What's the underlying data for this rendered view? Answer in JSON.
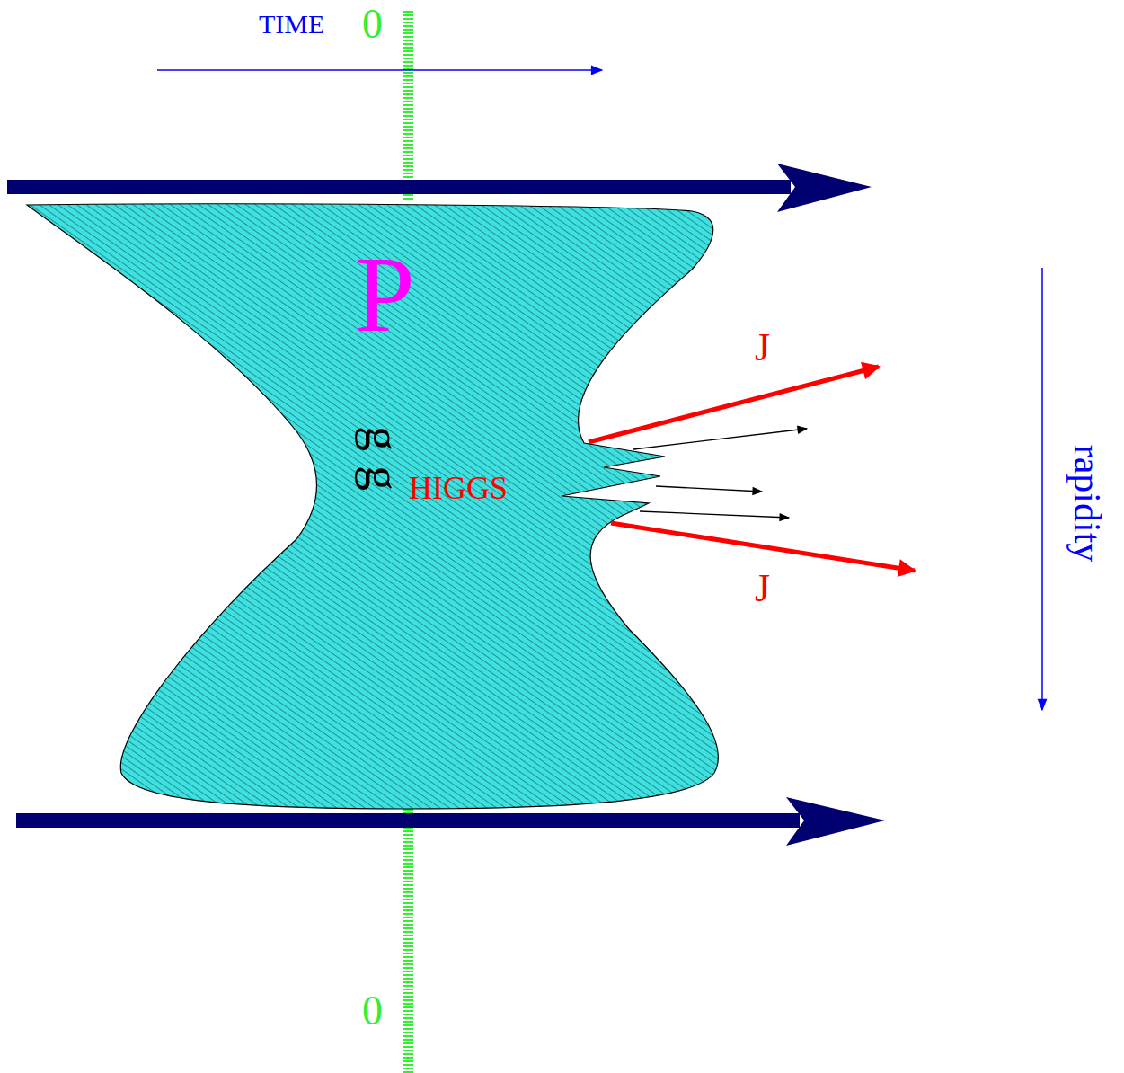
{
  "diagram": {
    "nodes": [
      {
        "text": [
          "P",
          "g",
          "g",
          "HIGGS"
        ]
      }
    ],
    "labels": [
      "TIME",
      "0",
      "0",
      "J",
      "J",
      "rapidity"
    ]
  }
}
